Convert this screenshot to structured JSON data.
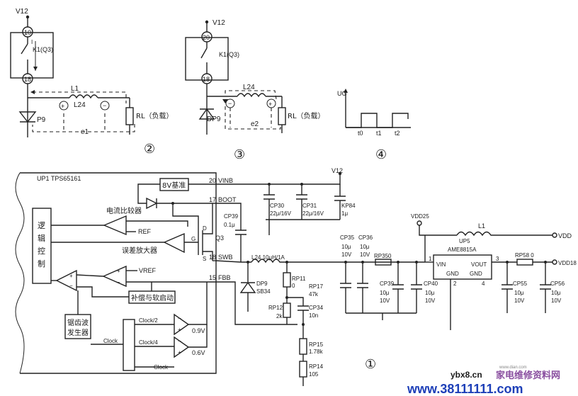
{
  "fig2": {
    "v12": "V12",
    "pin10": "10",
    "pin18": "18",
    "k1": "K1(Q3)",
    "i": "I",
    "l1": "L1",
    "l24": "L24",
    "p9": "P9",
    "rl": "RL（负载）",
    "e1": "e1",
    "num": "②"
  },
  "fig3": {
    "v12": "V12",
    "pin20": "20",
    "pin18": "18",
    "k1": "K1(Q3)",
    "l24": "L24",
    "dp9": "DP9",
    "rl": "RL（负载）",
    "e2": "e2",
    "num": "③"
  },
  "fig4": {
    "ug": "UG",
    "t0": "t0",
    "t1": "t1",
    "t2": "t2",
    "num": "④"
  },
  "main": {
    "ic": "UP1 TPS65161",
    "logic": "逻\n辑\n控\n制",
    "ref8v": "8V基准",
    "current_cmp": "电流比较器",
    "ref": "REF",
    "err_amp": "误差放大器",
    "vref": "VREF",
    "comp": "补偿与软启动",
    "saw": "锯齿波\n发生器",
    "clock": "Clock",
    "clock2": "Clock/2",
    "clock4": "Clock/4",
    "v09": "0.9V",
    "v06": "0.6V",
    "clock_out": "Clock",
    "q3": "Q3",
    "d": "D",
    "g": "G",
    "s": "S",
    "pins": {
      "p20": "20",
      "vinb": "VINB",
      "p17": "17",
      "boot": "BOOT",
      "p18": "18",
      "swb": "SWB",
      "p15": "15",
      "fbb": "FBB"
    },
    "v12": "V12",
    "cp39": "CP39",
    "cp39v": "0.1μ",
    "cp30": "CP30",
    "cp30v": "22μ/16V",
    "cp31": "CP31",
    "cp31v": "22μ/16V",
    "kp84": "KP84",
    "kp84v": "1μ",
    "l24": "L24 10μH/1A",
    "dp9": "DP9",
    "dp9v": "SB34",
    "rp11": "RP11",
    "rp11v": "0",
    "rp17": "RP17",
    "rp17v": "47k",
    "rp12": "RP12",
    "rp12v": "2k",
    "cp34": "CP34",
    "cp34v": "10n",
    "rp15": "RP15",
    "rp15v": "1.78k",
    "rp14": "RP14",
    "rp14v": "105",
    "cp35": "CP35",
    "cp35v": "10μ\n10V",
    "cp36": "CP36",
    "cp36v": "10μ\n10V",
    "rp350": "RP350",
    "cp39b": "CP39",
    "cp39bv": "10μ\n10V",
    "cp40": "CP40",
    "cp40v": "10μ\n10V",
    "vdd25": "VDD25",
    "l1": "L1",
    "up5": "UP5",
    "ame": "AME8815A",
    "vin": "VIN",
    "vout": "VOUT",
    "gnd1": "GND",
    "gnd2": "GND",
    "u1": "1",
    "u2": "2",
    "u3": "3",
    "u4": "4",
    "rp58": "RP58 0",
    "vdd": "VDD",
    "vdd18": "VDD18",
    "cp55": "CP55",
    "cp55v": "10μ\n10V",
    "cp56": "CP56",
    "cp56v": "10μ\n10V",
    "num": "①"
  },
  "watermark": {
    "site": "ybx8.cn",
    "brand": "家电维修资料网",
    "url": "www.38111111.com",
    "small": "www.dian.com"
  }
}
